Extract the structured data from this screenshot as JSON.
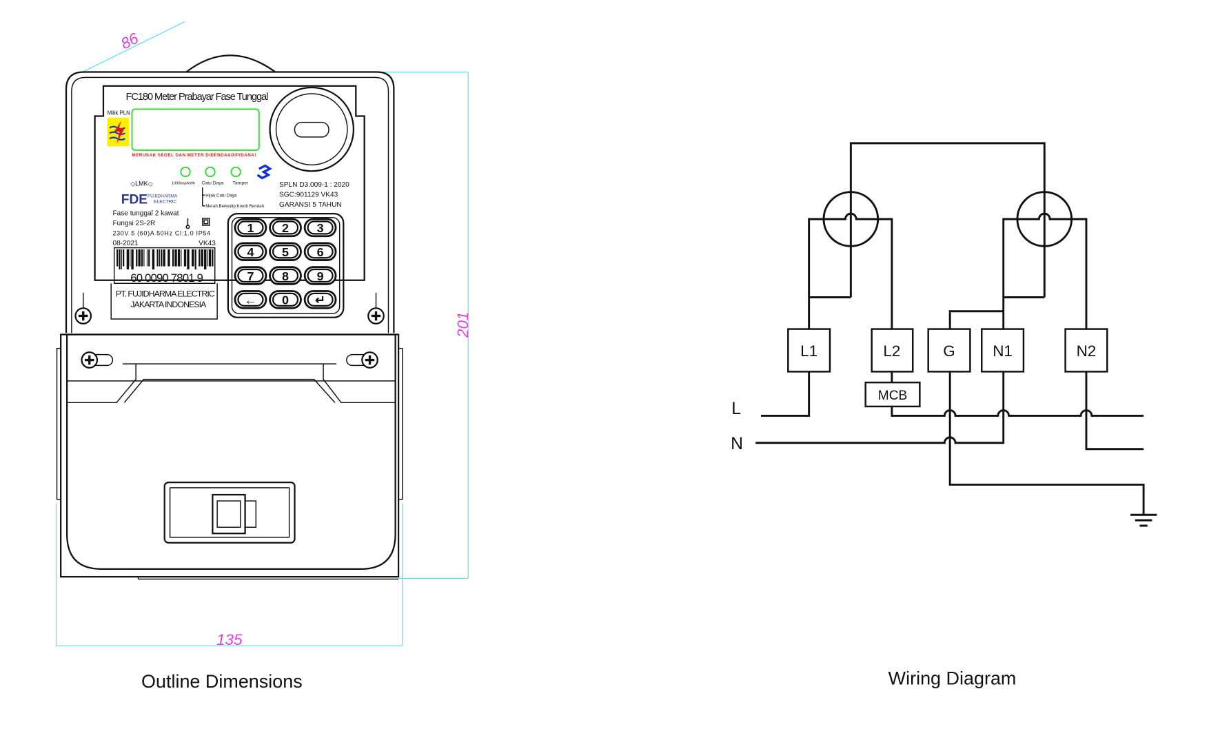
{
  "captions": {
    "outline": "Outline Dimensions",
    "wiring": "Wiring Diagram"
  },
  "dimensions": {
    "depth": "86",
    "height": "201",
    "width": "135"
  },
  "meter": {
    "title": "FC180 Meter Prabayar Fase Tunggal",
    "owner": "Milik PLN",
    "warning": "MERUSAK SEGEL DAN METER DIDENDA&DIPIDANA!",
    "brand_lmk": "◇LMK◇",
    "led_labels": [
      "1000imp/kWh",
      "Catu Daya",
      "Tamper"
    ],
    "led_notes": [
      "Hijau:Catu Daya",
      "Merah Berkedip:Kredit Rendah"
    ],
    "fde": "FDE",
    "fde_sub1": "FUJIDHARMA",
    "fde_sub2": "ELECTRIC",
    "spec_right": [
      "SPLN D3.009-1 : 2020",
      "SGC:901129   VK43",
      "GARANSI 5 TAHUN"
    ],
    "spec_left": [
      "Fase tunggal 2 kawat",
      "Fungsi 2S-2R",
      "230V  5 (60)A   50Hz   Cl:1.0   IP54"
    ],
    "date": "08-2021",
    "code": "VK43",
    "barcode_number": "60 0090 7801 9",
    "maker": [
      "PT. FUJIDHARMA ELECTRIC",
      "JAKARTA INDONESIA"
    ],
    "keys": [
      "1",
      "2",
      "3",
      "4",
      "5",
      "6",
      "7",
      "8",
      "9",
      "←",
      "0",
      "↵"
    ],
    "colors": {
      "display": "#22dd22",
      "warning": "#ee1111",
      "fde": "#2a3590",
      "logo_bg": "#ffee00"
    }
  },
  "wiring": {
    "terminals": [
      "L1",
      "L2",
      "G",
      "N1",
      "N2"
    ],
    "mcb": "MCB",
    "line_labels": [
      "L",
      "N"
    ]
  }
}
